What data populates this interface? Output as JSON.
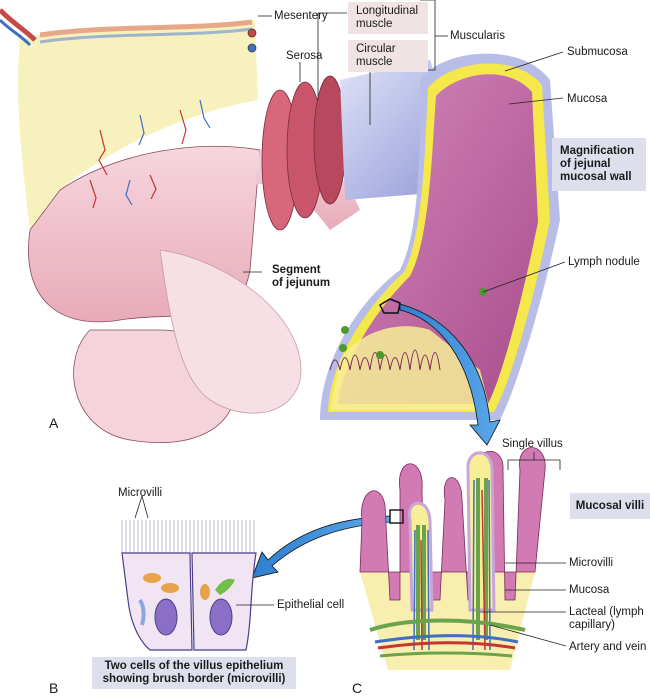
{
  "figure": {
    "panels": [
      {
        "id": "A",
        "label": "A"
      },
      {
        "id": "B",
        "label": "B"
      },
      {
        "id": "C",
        "label": "C"
      }
    ],
    "panel_a": {
      "labels": {
        "mesentery": "Mesentery",
        "serosa": "Serosa",
        "longitudinal_muscle": "Longitudinal muscle",
        "circular_muscle": "Circular muscle",
        "muscularis": "Muscularis",
        "submucosa": "Submucosa",
        "mucosa": "Mucosa",
        "segment": "Segment of jejunum",
        "lymph_nodule": "Lymph nodule",
        "magnification": "Magnification of jejunal mucosal wall"
      }
    },
    "panel_b": {
      "labels": {
        "microvilli": "Microvilli",
        "epithelial_cell": "Epithelial cell",
        "caption": "Two cells of the villus epithelium showing brush border (microvilli)"
      }
    },
    "panel_c": {
      "labels": {
        "single_villus": "Single villus",
        "mucosal_villi": "Mucosal villi",
        "microvilli": "Microvilli",
        "mucosa": "Mucosa",
        "lacteal": "Lacteal (lymph capillary)",
        "artery_vein": "Artery and vein"
      }
    },
    "colors": {
      "tissue_pink": "#f2c9d2",
      "mucosa_magenta": "#b9609a",
      "submucosa_yellow": "#f4e84a",
      "muscle_red": "#c8556a",
      "mesentery_yellow": "#f6efb6",
      "arrow_blue": "#3d8fd6",
      "box_blue": "#dde0ec",
      "box_pink": "#efe3e4"
    }
  }
}
